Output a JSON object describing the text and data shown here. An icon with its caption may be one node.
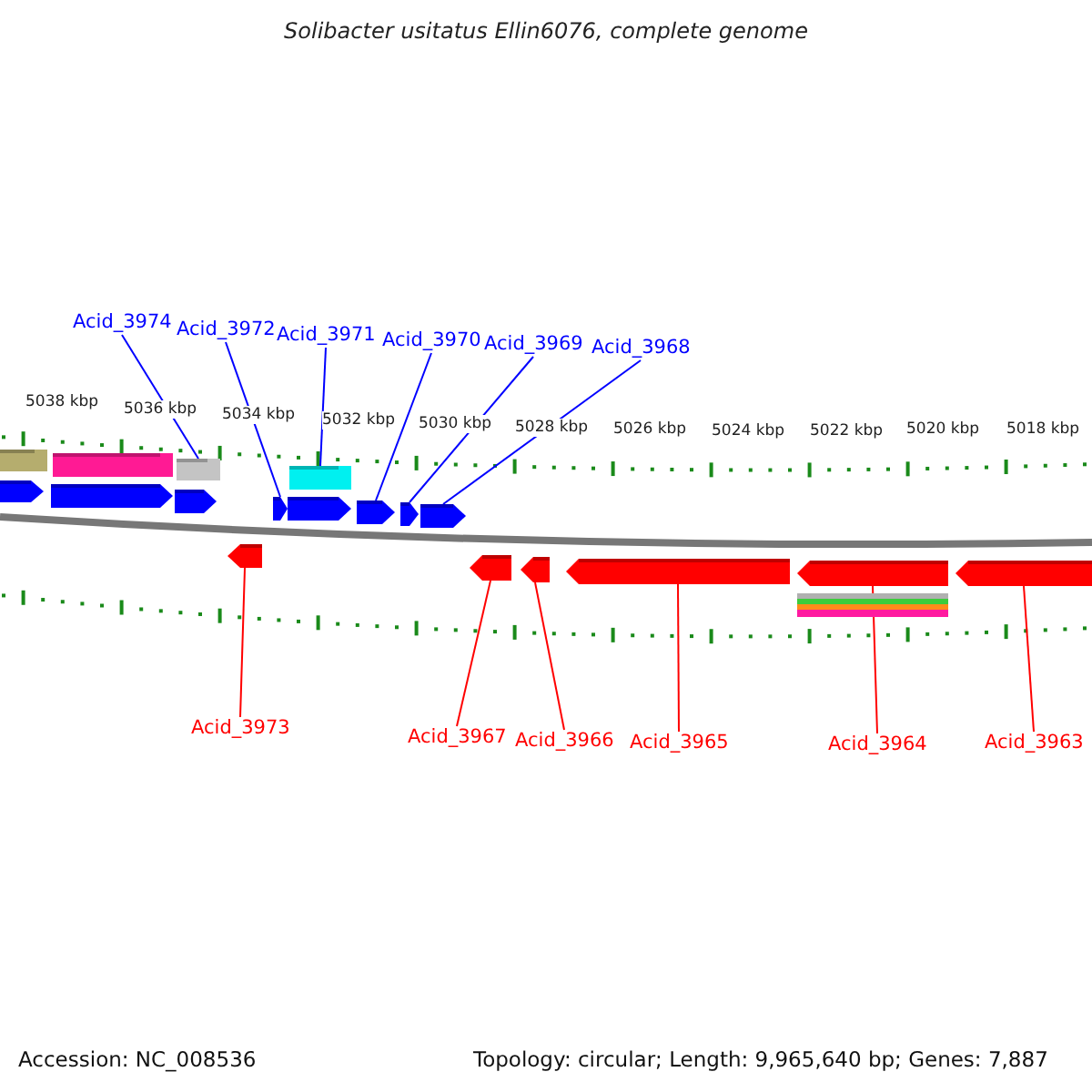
{
  "diagram": {
    "title": "Solibacter usitatus Ellin6076, complete genome",
    "nodes": [
      {
        "text": [
          "Acid_3974"
        ]
      },
      {
        "text": [
          "Acid_3972"
        ]
      },
      {
        "text": [
          "Acid_3971"
        ]
      },
      {
        "text": [
          "Acid_3970"
        ]
      },
      {
        "text": [
          "Acid_3969"
        ]
      },
      {
        "text": [
          "Acid_3968"
        ]
      },
      {
        "text": [],
        "shape": "bar"
      },
      {
        "text": [],
        "shape": "bar"
      },
      {
        "text": [],
        "shape": "bar"
      },
      {
        "text": [],
        "shape": "bar"
      },
      {
        "text": [],
        "shape": "arrow"
      },
      {
        "text": [],
        "shape": "arrow"
      },
      {
        "text": [],
        "shape": "arrow"
      },
      {
        "text": [],
        "shape": "arrow"
      },
      {
        "text": [],
        "shape": "arrow"
      },
      {
        "text": [],
        "shape": "arrow"
      },
      {
        "text": [],
        "shape": "arrow"
      },
      {
        "text": [],
        "shape": "arrow"
      },
      {
        "text": [],
        "shape": "arrow"
      },
      {
        "text": [],
        "shape": "arrow"
      },
      {
        "text": [],
        "shape": "arrow"
      },
      {
        "text": [],
        "shape": "arrow"
      },
      {
        "text": [],
        "shape": "arrow"
      },
      {
        "text": [],
        "shape": "arrow"
      },
      {
        "text": [],
        "shape": "bar"
      },
      {
        "text": [],
        "shape": "bar"
      },
      {
        "text": [],
        "shape": "bar"
      },
      {
        "text": [],
        "shape": "bar"
      },
      {
        "text": [
          "Acid_3973"
        ]
      },
      {
        "text": [
          "Acid_3967"
        ]
      },
      {
        "text": [
          "Acid_3966"
        ]
      },
      {
        "text": [
          "Acid_3965"
        ]
      },
      {
        "text": [
          "Acid_3964"
        ]
      },
      {
        "text": [
          "Acid_3963"
        ]
      }
    ],
    "edges": [
      {
        "from": 0,
        "to": 8,
        "arrow": "none",
        "color": "#0000ff"
      },
      {
        "from": 1,
        "to": 13,
        "arrow": "none",
        "color": "#0000ff"
      },
      {
        "from": 2,
        "to": 9,
        "arrow": "none",
        "color": "#0000ff"
      },
      {
        "from": 3,
        "to": 15,
        "arrow": "none",
        "color": "#0000ff"
      },
      {
        "from": 4,
        "to": 16,
        "arrow": "none",
        "color": "#0000ff"
      },
      {
        "from": 5,
        "to": 17,
        "arrow": "none",
        "color": "#0000ff"
      },
      {
        "from": 28,
        "to": 18,
        "arrow": "none",
        "color": "#ff0000"
      },
      {
        "from": 29,
        "to": 19,
        "arrow": "none",
        "color": "#ff0000"
      },
      {
        "from": 30,
        "to": 20,
        "arrow": "none",
        "color": "#ff0000"
      },
      {
        "from": 31,
        "to": 21,
        "arrow": "none",
        "color": "#ff0000"
      },
      {
        "from": 32,
        "to": 22,
        "arrow": "none",
        "color": "#ff0000"
      },
      {
        "from": 33,
        "to": 23,
        "arrow": "none",
        "color": "#ff0000"
      }
    ],
    "labels": [
      "5038 kbp",
      "5036 kbp",
      "5034 kbp",
      "5032 kbp",
      "5030 kbp",
      "5028 kbp",
      "5026 kbp",
      "5024 kbp",
      "5022 kbp",
      "5020 kbp",
      "5018 kbp",
      "Accession: NC_008536",
      "Topology: circular; Length: 9,965,640 bp; Genes: 7,887"
    ]
  }
}
